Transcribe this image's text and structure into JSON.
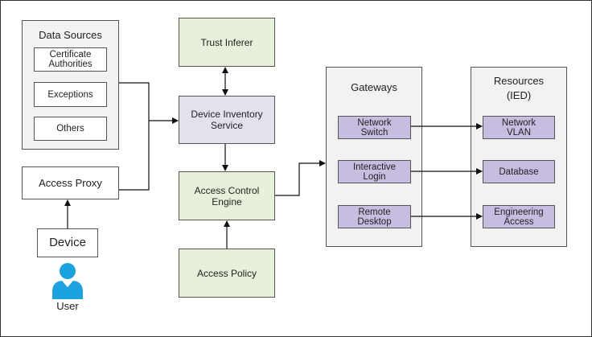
{
  "data_sources": {
    "title": "Data Sources",
    "items": [
      "Certificate\nAuthorities",
      "Exceptions",
      "Others"
    ]
  },
  "access_proxy": "Access Proxy",
  "device": "Device",
  "user": {
    "label": "User",
    "icon": "user-icon"
  },
  "trust_inferer": "Trust Inferer",
  "device_inventory_service": "Device Inventory\nService",
  "access_control_engine": "Access Control\nEngine",
  "access_policy": "Access Policy",
  "gateways": {
    "title": "Gateways",
    "items": [
      "Network\nSwitch",
      "Interactive\nLogin",
      "Remote\nDesktop"
    ]
  },
  "resources": {
    "title": "Resources\n(IED)",
    "items": [
      "Network\nVLAN",
      "Database",
      "Engineering\nAccess"
    ]
  },
  "colors": {
    "green_fill": "#e7f0db",
    "lavender_fill": "#e4e0ec",
    "purple_fill": "#c7bde0",
    "gray_fill": "#f2f2f2",
    "user_blue": "#1ba3e0"
  }
}
